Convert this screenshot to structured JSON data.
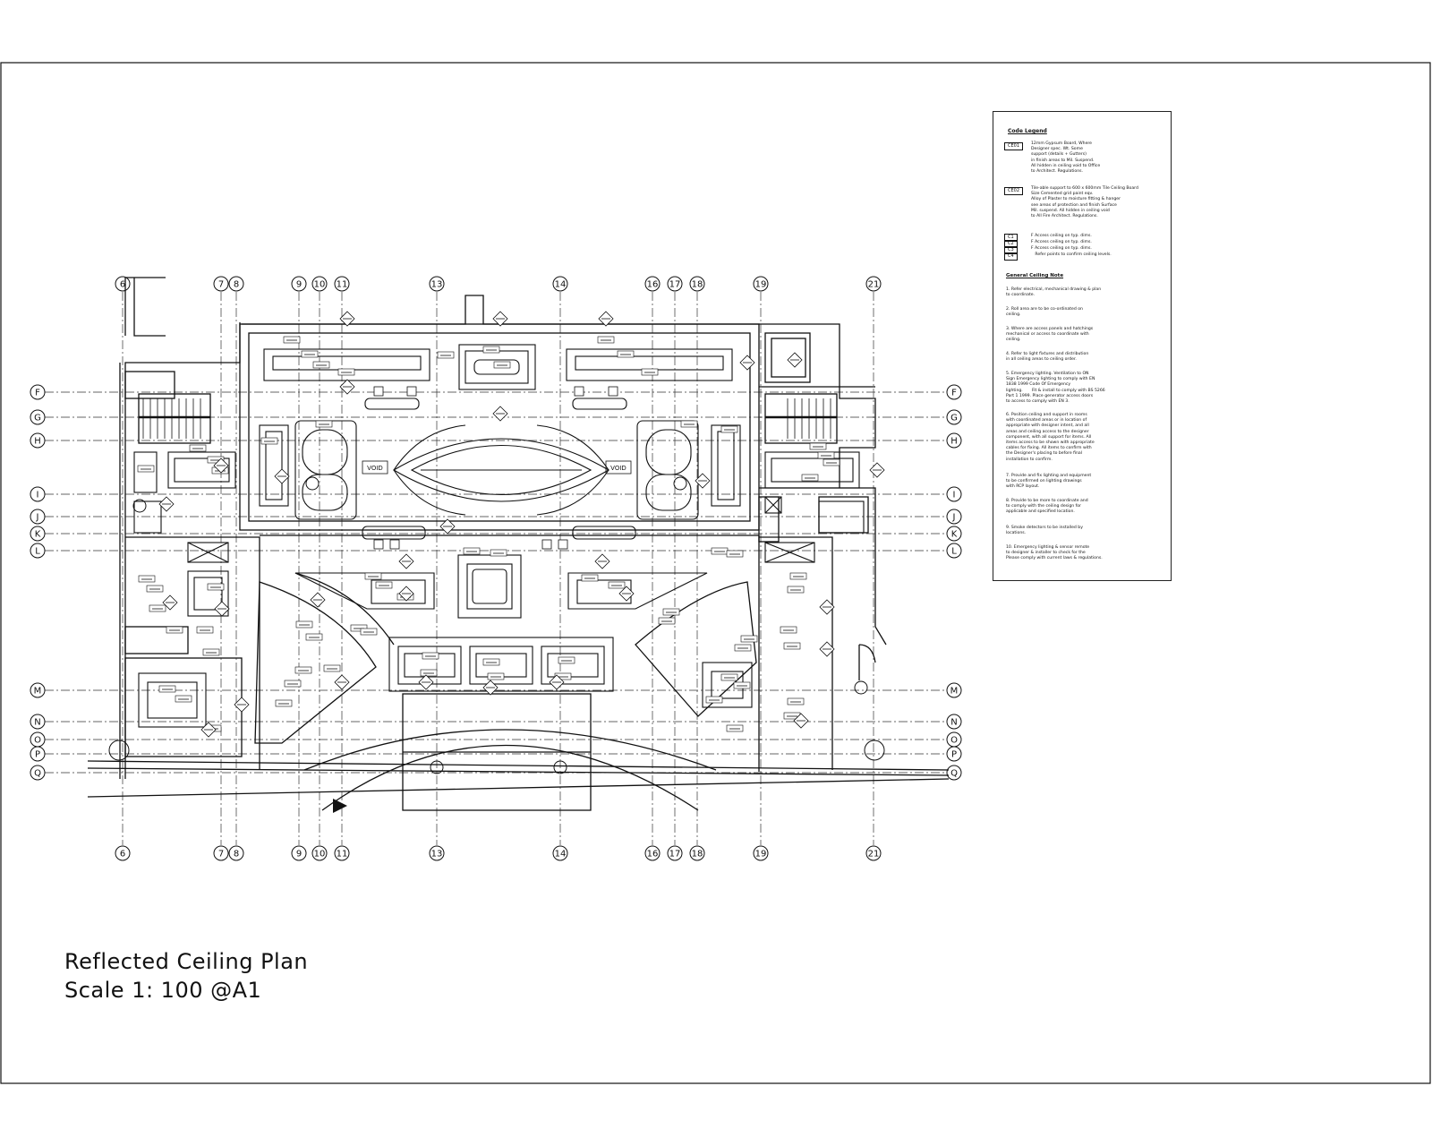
{
  "title": {
    "line1": "Reflected Ceiling Plan",
    "line2": "Scale  1: 100 @A1"
  },
  "grid": {
    "columns": [
      "6",
      "7",
      "8",
      "9",
      "10",
      "11",
      "13",
      "14",
      "16",
      "17",
      "18",
      "19",
      "21"
    ],
    "rows": [
      "F",
      "G",
      "H",
      "I",
      "J",
      "K",
      "L",
      "M",
      "N",
      "O",
      "P",
      "Q"
    ]
  },
  "plan_labels": {
    "void_left": "VOID",
    "void_right": "VOID"
  },
  "legend": {
    "heading": "Code Legend",
    "codes": [
      "CE01",
      "CE02"
    ],
    "code_notes": [
      "12mm Gypsum Board, Where\nDesigner spec. Wt. Some\nsupport (details + Gutters)\nin finish areas to Mil. Suspend.\nAll hidden in ceiling void to Office\nto Architect. Regulations.",
      "Tile-able support to 600 x 600mm Tile Ceiling Board\nSize Cemented grid paint eqv.\nAlloy of Plaster to moisture fitting & hanger\nsee areas of protection and finish Surface\nMil. suspend. All hidden in ceiling void\nto All Fire Architect. Regulations."
    ],
    "symbols": [
      "C1",
      "C2",
      "C3",
      "C4"
    ],
    "symbol_notes": [
      "F Access ceiling on typ. dims.",
      "F Access ceiling on typ. dims.",
      "F Access ceiling on typ. dims.",
      "   Refer points to confirm ceiling levels."
    ],
    "general_heading": "General Ceiling Note",
    "general_notes": [
      "1. Refer electrical, mechanical drawing & plan\nto coordinate.",
      "2. Roll area are to be co-ordinated on\nceiling.",
      "3. Where are access panels and hatchings\nmechanical or access to coordinate with\nceiling.",
      "4. Refer to light fixtures and distribution\nin all ceiling areas to ceiling order.",
      "5. Emergency lighting. Ventilation to ON\nSign Emergency lighting to comply with EN\n1838 1999 Code Of Emergency\nlighting.       Fit & install to comply with BS 5266\nPart 1 1999. Place generator access doors\nto access to comply with EN 3.",
      "6. Position ceiling and support in rooms\nwith coordinated areas or in location of\nappropriate with designer intent, and all\nareas and ceiling access to the designer\ncomponent, with all support for items. All\nitems access to be shown with appropriate\ncables for fixing. All items to confirm with\nthe Designer's placing to before final\ninstallation to confirm.",
      "7. Provide and fix lighting and equipment\nto be confirmed on lighting drawings\nwith RCP layout.",
      "8. Provide to be more to coordinate and\nto comply with the ceiling design for\napplicable and specified location.",
      "9. Smoke detectors to be installed by\nlocations.",
      "10. Emergency lighting & sensor remote\nto designer & installer to check for the\nPlease comply with current laws & regulations."
    ]
  }
}
